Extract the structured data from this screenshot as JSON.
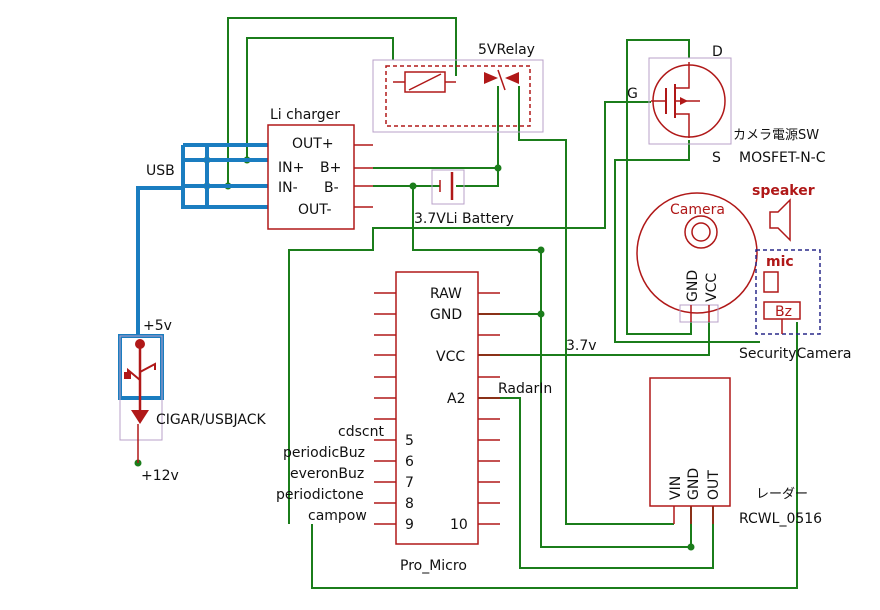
{
  "components": {
    "relay": "5VRelay",
    "li_charger": "Li charger",
    "battery": "3.7VLi Battery",
    "mosfet": "MOSFET-N-C",
    "camera_power": "カメラ電源SW",
    "speaker": "speaker",
    "camera": "Camera",
    "mic": "mic",
    "bz": "Bz",
    "security_camera": "SecurityCamera",
    "usb": "USB",
    "jack": "CIGAR/USBJACK",
    "radar_label": "レーダー",
    "radar": "RCWL_0516",
    "pro_micro": "Pro_Micro"
  },
  "charger_pins": {
    "out_plus": "OUT+",
    "in_plus": "IN+",
    "b_plus": "B+",
    "in_minus": "IN-",
    "b_minus": "B-",
    "out_minus": "OUT-"
  },
  "mosfet_pins": {
    "d": "D",
    "g": "G",
    "s": "S"
  },
  "camera_pins": {
    "gnd": "GND",
    "vcc": "VCC"
  },
  "radar_pins": {
    "vin": "VIN",
    "gnd": "GND",
    "out": "OUT"
  },
  "pro_micro_pins": {
    "raw": "RAW",
    "gnd": "GND",
    "vcc": "VCC",
    "a2": "A2",
    "p5": "5",
    "p6": "6",
    "p7": "7",
    "p8": "8",
    "p9": "9",
    "p10": "10"
  },
  "net_labels": {
    "v5": "+5v",
    "v12": "+12v",
    "v37": "3.7v",
    "radar_in": "RadarIn",
    "cdscnt": "cdscnt",
    "periodic_buz": "periodicBuz",
    "everon_buz": "everonBuz",
    "periodic_tone": "periodictone",
    "campow": "campow"
  }
}
